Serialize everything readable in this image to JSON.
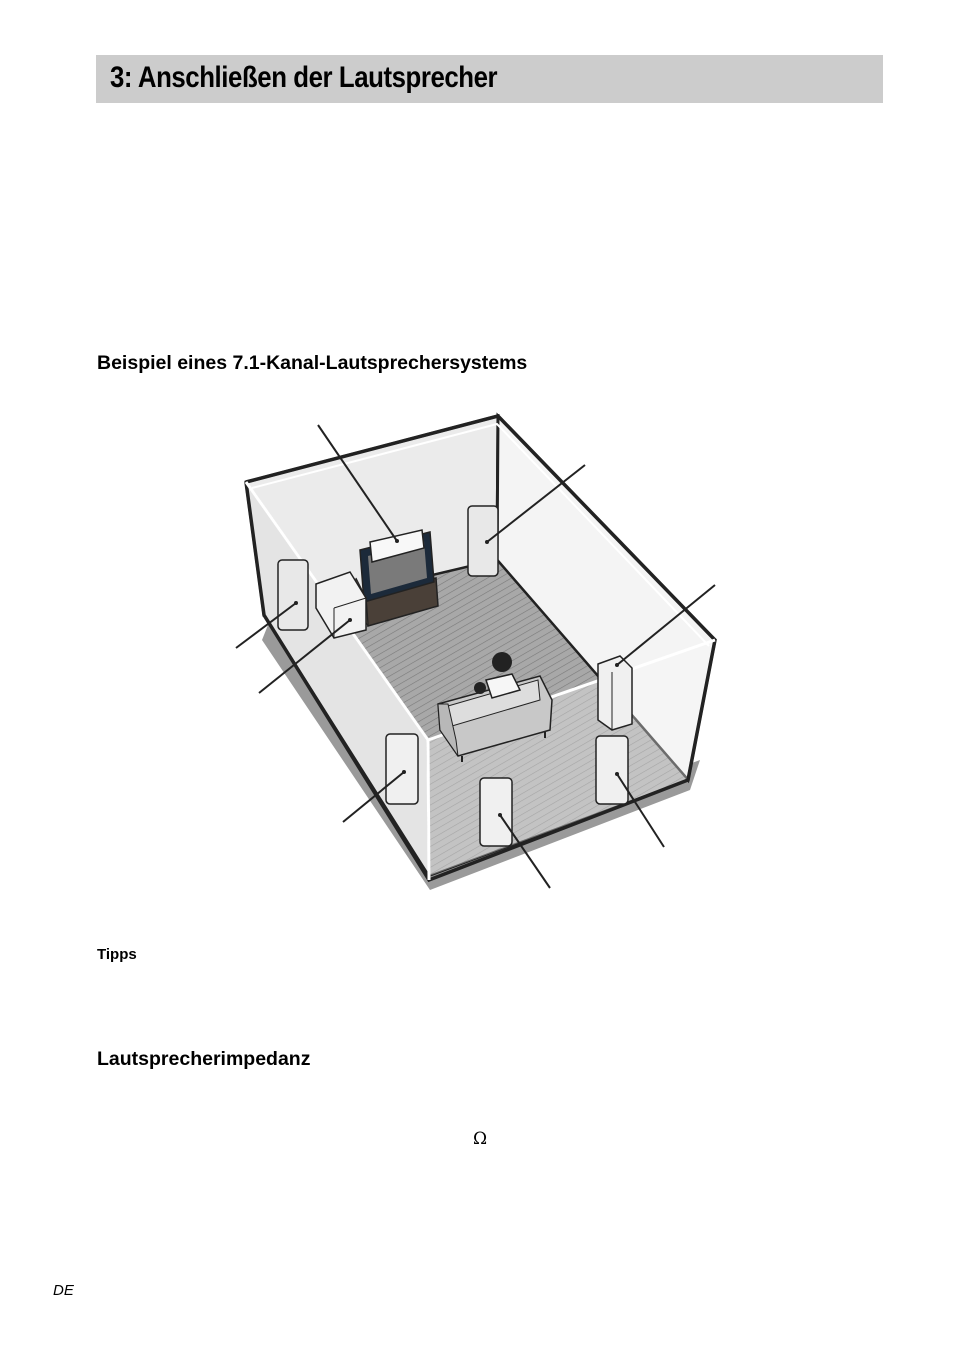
{
  "page": {
    "title": "3: Anschließen der Lautsprecher",
    "example_heading": "Beispiel eines 7.1-Kanal-Lautsprechersystems",
    "tips_heading": "Tipps",
    "impedance_heading": "Lautsprecherimpedanz",
    "ohm_symbol": "Ω",
    "page_lang": "DE"
  },
  "colors": {
    "title_bar": "#cccccc",
    "floor": "#a8a8a8",
    "wall": "#f2f2f2",
    "outline": "#222222"
  }
}
